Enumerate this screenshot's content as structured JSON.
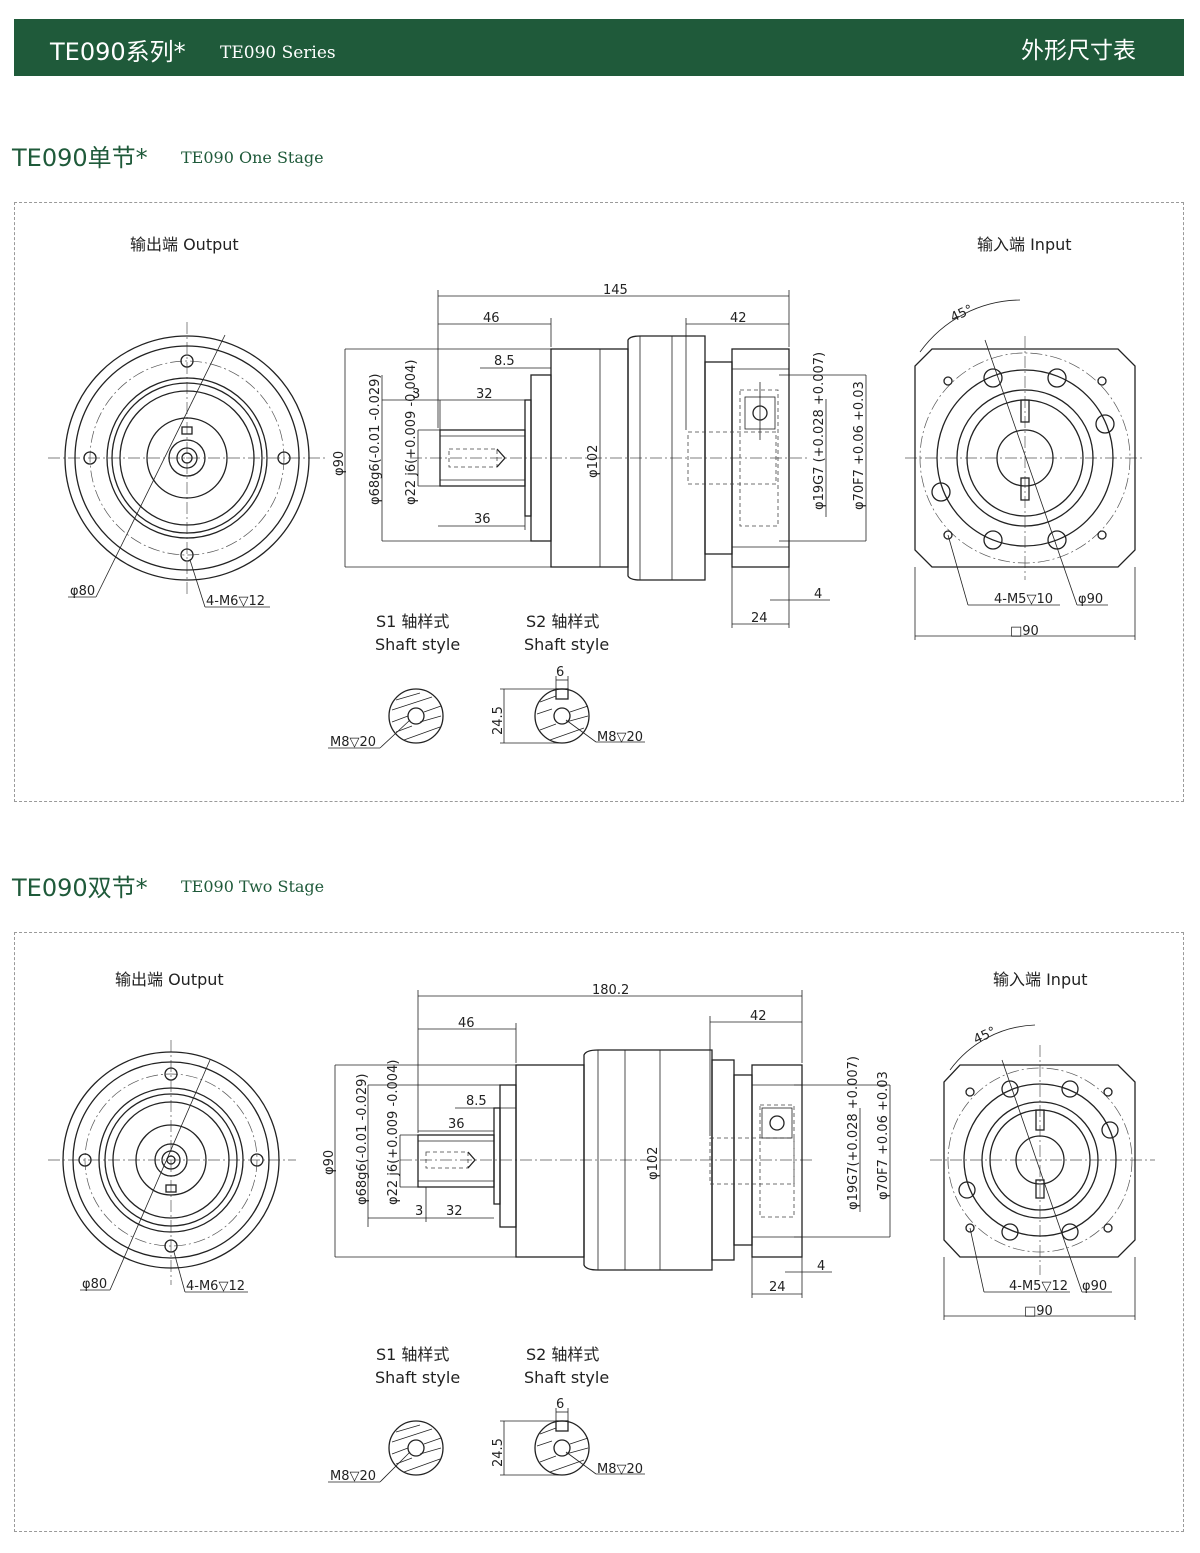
{
  "header": {
    "title_cn": "TE090系列*",
    "title_en": "TE090 Series",
    "right_title": "外形尺寸表"
  },
  "sections": [
    {
      "title_cn": "TE090单节*",
      "title_en": "TE090 One Stage",
      "output_label": "输出端  Output",
      "input_label": "输入端  Input",
      "dims": {
        "total": "145",
        "d46": "46",
        "d42": "42",
        "d8_5": "8.5",
        "d3": "3",
        "d32": "32",
        "d36": "36",
        "d24": "24",
        "d4": "4",
        "phi90": "φ90",
        "phi68": "φ68g6(-0.01 -0.029)",
        "phi22": "φ22 j6(+0.009 -0.004)",
        "phi102": "φ102",
        "phi19": "φ19G7 (+0.028 +0.007)",
        "phi70": "φ70F7 +0.06 +0.03",
        "phi80": "φ80",
        "holes_out": "4-M6▽12",
        "holes_in": "4-M5▽10",
        "phi90_in": "φ90",
        "sq90": "□90",
        "angle": "45°"
      },
      "shaft_s1": {
        "title": "S1 轴样式",
        "subtitle": "Shaft style",
        "thread": "M8▽20"
      },
      "shaft_s2": {
        "title": "S2 轴样式",
        "subtitle": "Shaft style",
        "key": "6",
        "height": "24.5",
        "thread": "M8▽20"
      }
    },
    {
      "title_cn": "TE090双节*",
      "title_en": "TE090 Two Stage",
      "output_label": "输出端  Output",
      "input_label": "输入端  Input",
      "dims": {
        "total": "180.2",
        "d46": "46",
        "d42": "42",
        "d8_5": "8.5",
        "d3": "3",
        "d32": "32",
        "d36": "36",
        "d24": "24",
        "d4": "4",
        "phi90": "φ90",
        "phi68": "φ68g6(-0.01 -0.029)",
        "phi22": "φ22 j6(+0.009 -0.004)",
        "phi102": "φ102",
        "phi19": "φ19G7(+0.028 +0.007)",
        "phi70": "φ70F7 +0.06 +0.03",
        "phi80": "φ80",
        "holes_out": "4-M6▽12",
        "holes_in": "4-M5▽12",
        "phi90_in": "φ90",
        "sq90": "□90",
        "angle": "45°"
      },
      "shaft_s1": {
        "title": "S1 轴样式",
        "subtitle": "Shaft style",
        "thread": "M8▽20"
      },
      "shaft_s2": {
        "title": "S2 轴样式",
        "subtitle": "Shaft style",
        "key": "6",
        "height": "24.5",
        "thread": "M8▽20"
      }
    }
  ]
}
